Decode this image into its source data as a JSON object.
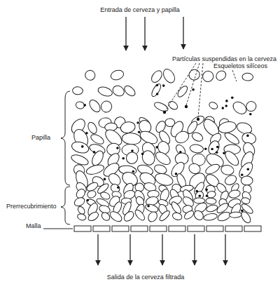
{
  "diagram": {
    "labels": [
      "Entrada de cerveza y papilla",
      "Partículas suspendidas en la cerveza",
      "Esqueletos silíceos",
      "Papilla",
      "Prerrecubrimiento",
      "Malla",
      "Salida de la cerveza filtrada"
    ]
  }
}
